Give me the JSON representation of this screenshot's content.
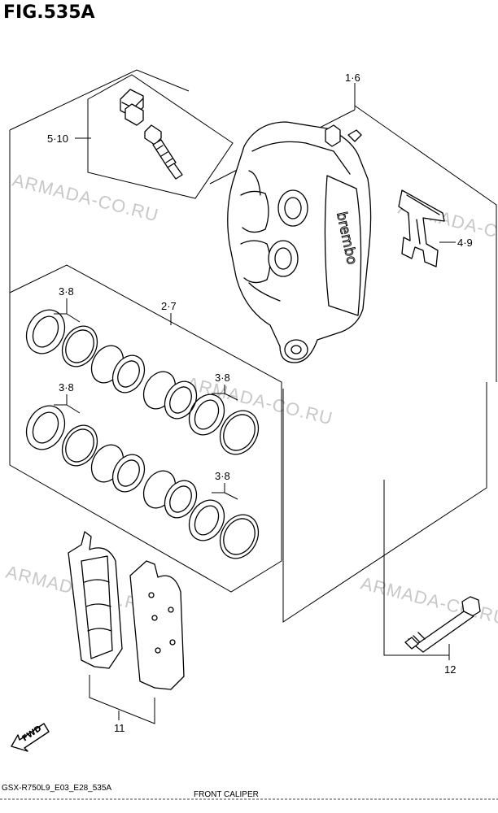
{
  "figure": {
    "title": "FIG.535A",
    "model_code": "GSX-R750L9_E03_E28_535A",
    "caption": "FRONT CALIPER"
  },
  "watermarks": [
    "ARMADA-CO.RU",
    "ARMADA-CO.RU",
    "ARMADA-CO.RU",
    "ARMADA-CO.RU"
  ],
  "caliper_brand": "brembo",
  "fwd_label": "FWD",
  "callouts": {
    "caliper_assy": "1·6",
    "bleeder_set": "5·10",
    "pad_spring": "4·9",
    "piston_set": "2·7",
    "seal_a": "3·8",
    "seal_b": "3·8",
    "seal_c": "3·8",
    "seal_d": "3·8",
    "pad_set": "11",
    "mounting_bolt": "12"
  }
}
